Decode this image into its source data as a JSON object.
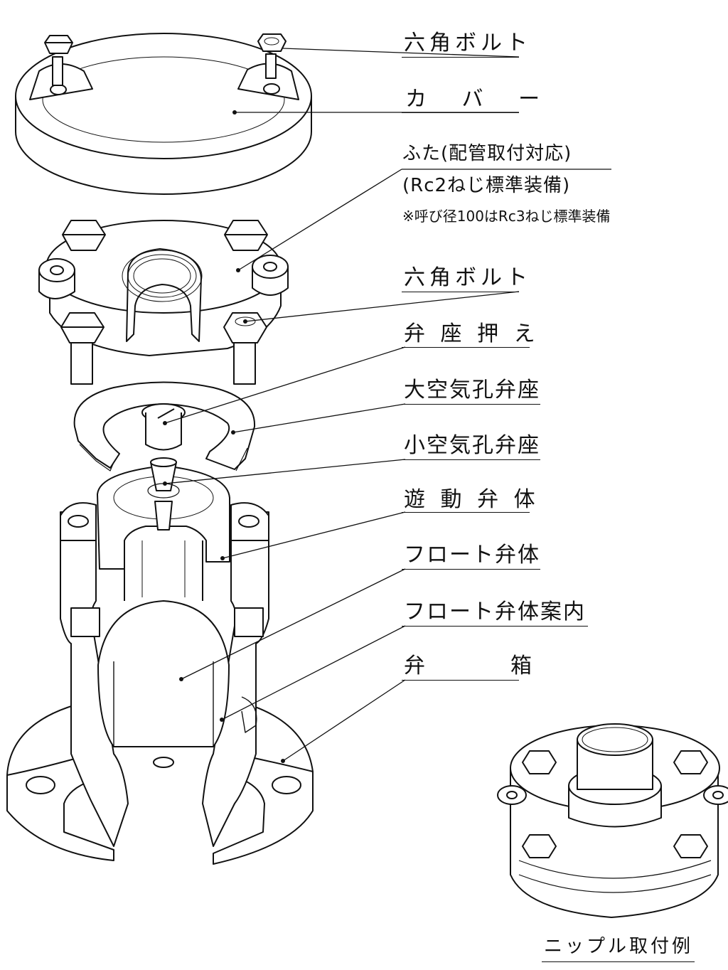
{
  "labels": {
    "hex_bolt_top": "六角ボルト",
    "cover": "カ バ ー",
    "lid_line1": "ふた(配管取付対応)",
    "lid_line2": "(Rc2ねじ標準装備)",
    "lid_note": "※呼び径100はRc3ねじ標準装備",
    "hex_bolt_mid": "六角ボルト",
    "seat_retainer": "弁 座 押 え",
    "large_air_seat": "大空気孔弁座",
    "small_air_seat": "小空気孔弁座",
    "floating_valve": "遊 動 弁 体",
    "float_valve": "フロート弁体",
    "float_guide": "フロート弁体案内",
    "valve_box": "弁　　箱",
    "nipple_example": "ニップル取付例"
  },
  "colors": {
    "line": "#111111",
    "background": "#ffffff"
  }
}
